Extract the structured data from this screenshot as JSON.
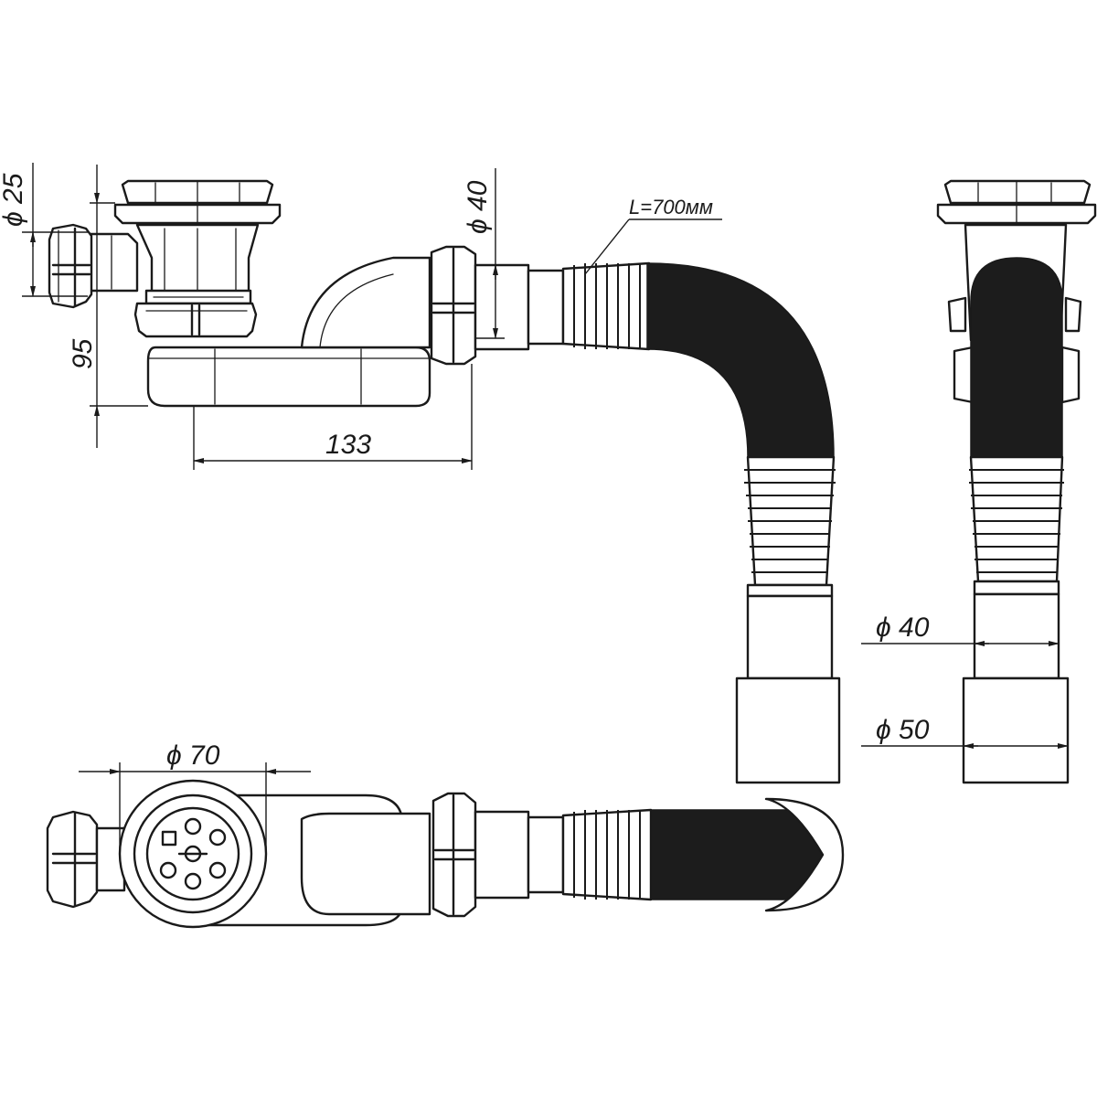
{
  "labels": {
    "dia_25": "ϕ 25",
    "height_95": "95",
    "length_133": "133",
    "dia_40_top": "ϕ 40",
    "hose_length": "L=700мм",
    "dia_40_right": "ϕ 40",
    "dia_50_right": "ϕ 50",
    "dia_70": "ϕ 70"
  },
  "colors": {
    "line": "#1a1a1a",
    "hose": "#1c1c1c",
    "background": "#ffffff"
  }
}
